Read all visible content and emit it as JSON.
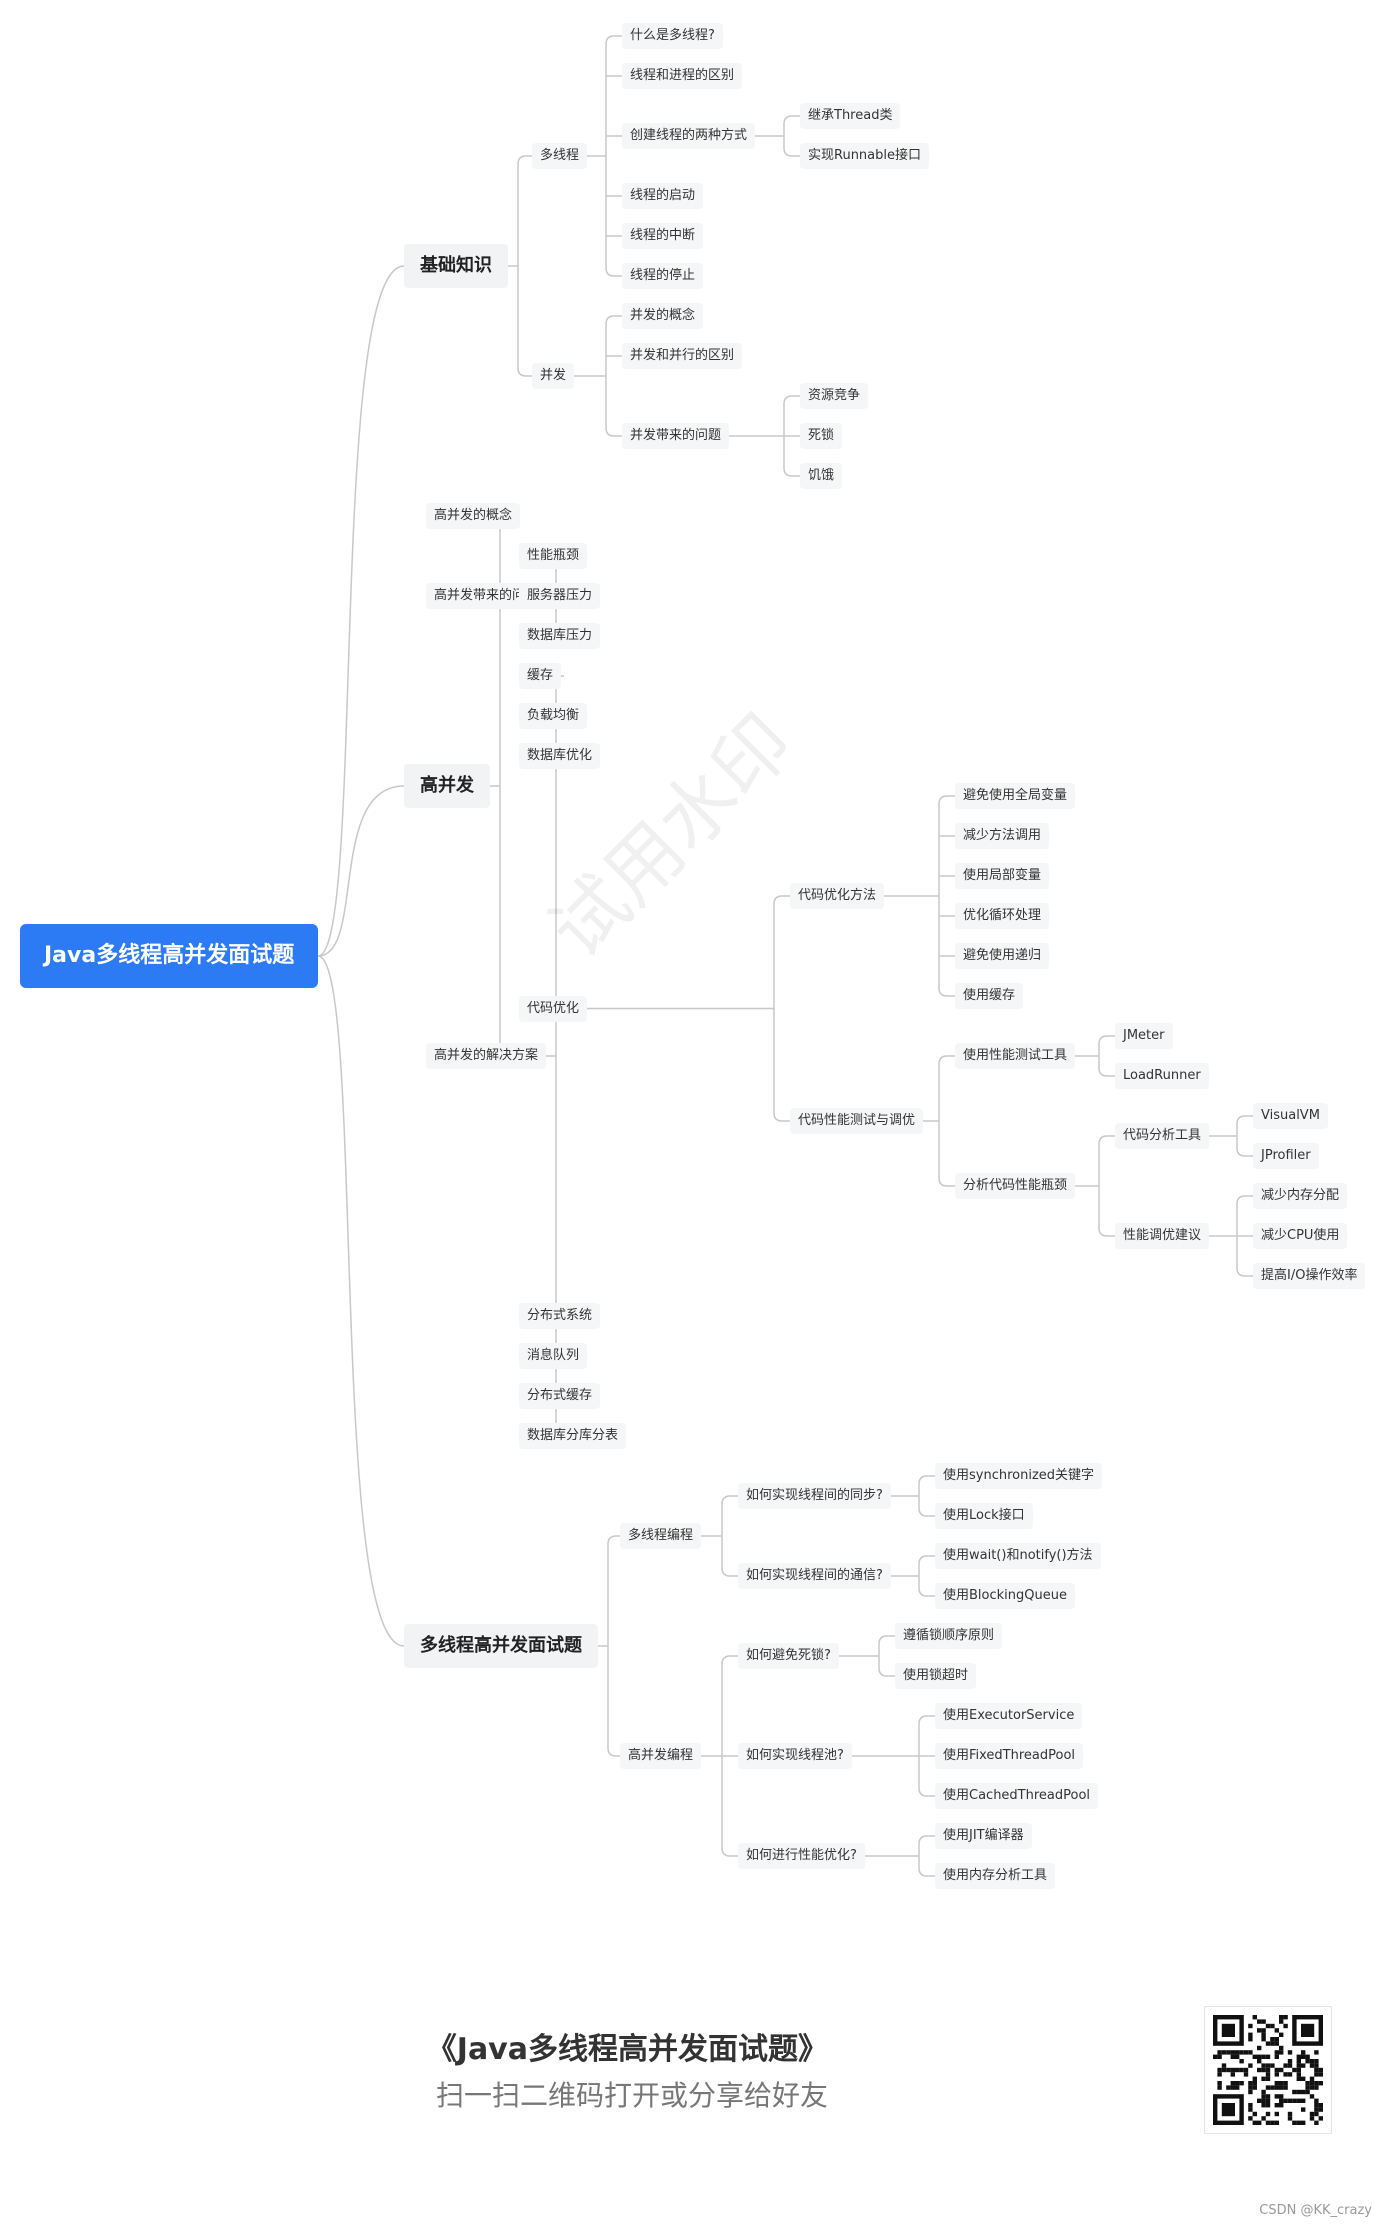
{
  "mindmap": {
    "root": {
      "label": "Java多线程高并发面试题",
      "children": [
        {
          "label": "基础知识",
          "children": [
            {
              "label": "多线程",
              "children": [
                {
                  "label": "什么是多线程?"
                },
                {
                  "label": "线程和进程的区别"
                },
                {
                  "label": "创建线程的两种方式",
                  "children": [
                    {
                      "label": "继承Thread类"
                    },
                    {
                      "label": "实现Runnable接口"
                    }
                  ]
                },
                {
                  "label": "线程的启动"
                },
                {
                  "label": "线程的中断"
                },
                {
                  "label": "线程的停止"
                }
              ]
            },
            {
              "label": "并发",
              "children": [
                {
                  "label": "并发的概念"
                },
                {
                  "label": "并发和并行的区别"
                },
                {
                  "label": "并发带来的问题",
                  "children": [
                    {
                      "label": "资源竞争"
                    },
                    {
                      "label": "死锁"
                    },
                    {
                      "label": "饥饿"
                    }
                  ]
                }
              ]
            }
          ]
        },
        {
          "label": "高并发",
          "children": [
            {
              "label": "高并发的概念"
            },
            {
              "label": "高并发带来的问题",
              "children": [
                {
                  "label": "性能瓶颈"
                },
                {
                  "label": "服务器压力"
                },
                {
                  "label": "数据库压力"
                }
              ]
            },
            {
              "label": "高并发的解决方案",
              "children": [
                {
                  "label": "缓存"
                },
                {
                  "label": "负载均衡"
                },
                {
                  "label": "数据库优化"
                },
                {
                  "label": "代码优化",
                  "children": [
                    {
                      "label": "代码优化方法",
                      "children": [
                        {
                          "label": "避免使用全局变量"
                        },
                        {
                          "label": "减少方法调用"
                        },
                        {
                          "label": "使用局部变量"
                        },
                        {
                          "label": "优化循环处理"
                        },
                        {
                          "label": "避免使用递归"
                        },
                        {
                          "label": "使用缓存"
                        }
                      ]
                    },
                    {
                      "label": "代码性能测试与调优",
                      "children": [
                        {
                          "label": "使用性能测试工具",
                          "children": [
                            {
                              "label": "JMeter"
                            },
                            {
                              "label": "LoadRunner"
                            }
                          ]
                        },
                        {
                          "label": "分析代码性能瓶颈",
                          "children": [
                            {
                              "label": "代码分析工具",
                              "children": [
                                {
                                  "label": "VisualVM"
                                },
                                {
                                  "label": "JProfiler"
                                }
                              ]
                            },
                            {
                              "label": "性能调优建议",
                              "children": [
                                {
                                  "label": "减少内存分配"
                                },
                                {
                                  "label": "减少CPU使用"
                                },
                                {
                                  "label": "提高I/O操作效率"
                                }
                              ]
                            }
                          ]
                        }
                      ]
                    }
                  ]
                },
                {
                  "label": "分布式系统"
                },
                {
                  "label": "消息队列"
                },
                {
                  "label": "分布式缓存"
                },
                {
                  "label": "数据库分库分表"
                }
              ]
            }
          ]
        },
        {
          "label": "多线程高并发面试题",
          "children": [
            {
              "label": "多线程编程",
              "children": [
                {
                  "label": "如何实现线程间的同步?",
                  "children": [
                    {
                      "label": "使用synchronized关键字"
                    },
                    {
                      "label": "使用Lock接口"
                    }
                  ]
                },
                {
                  "label": "如何实现线程间的通信?",
                  "children": [
                    {
                      "label": "使用wait()和notify()方法"
                    },
                    {
                      "label": "使用BlockingQueue"
                    }
                  ]
                }
              ]
            },
            {
              "label": "高并发编程",
              "children": [
                {
                  "label": "如何避免死锁?",
                  "children": [
                    {
                      "label": "遵循锁顺序原则"
                    },
                    {
                      "label": "使用锁超时"
                    }
                  ]
                },
                {
                  "label": "如何实现线程池?",
                  "children": [
                    {
                      "label": "使用ExecutorService"
                    },
                    {
                      "label": "使用FixedThreadPool"
                    },
                    {
                      "label": "使用CachedThreadPool"
                    }
                  ]
                },
                {
                  "label": "如何进行性能优化?",
                  "children": [
                    {
                      "label": "使用JIT编译器"
                    },
                    {
                      "label": "使用内存分析工具"
                    }
                  ]
                }
              ]
            }
          ]
        }
      ]
    }
  },
  "watermark": "试用水印",
  "footer": {
    "title": "《Java多线程高并发面试题》",
    "subtitle": "扫一扫二维码打开或分享给好友"
  },
  "credit": "CSDN @KK_crazy",
  "colors": {
    "root": "#2d7bf4",
    "edge": "#c8c8c8",
    "node_bg": "#f5f6f7"
  },
  "icons": {
    "qr": "qr-code-icon"
  }
}
